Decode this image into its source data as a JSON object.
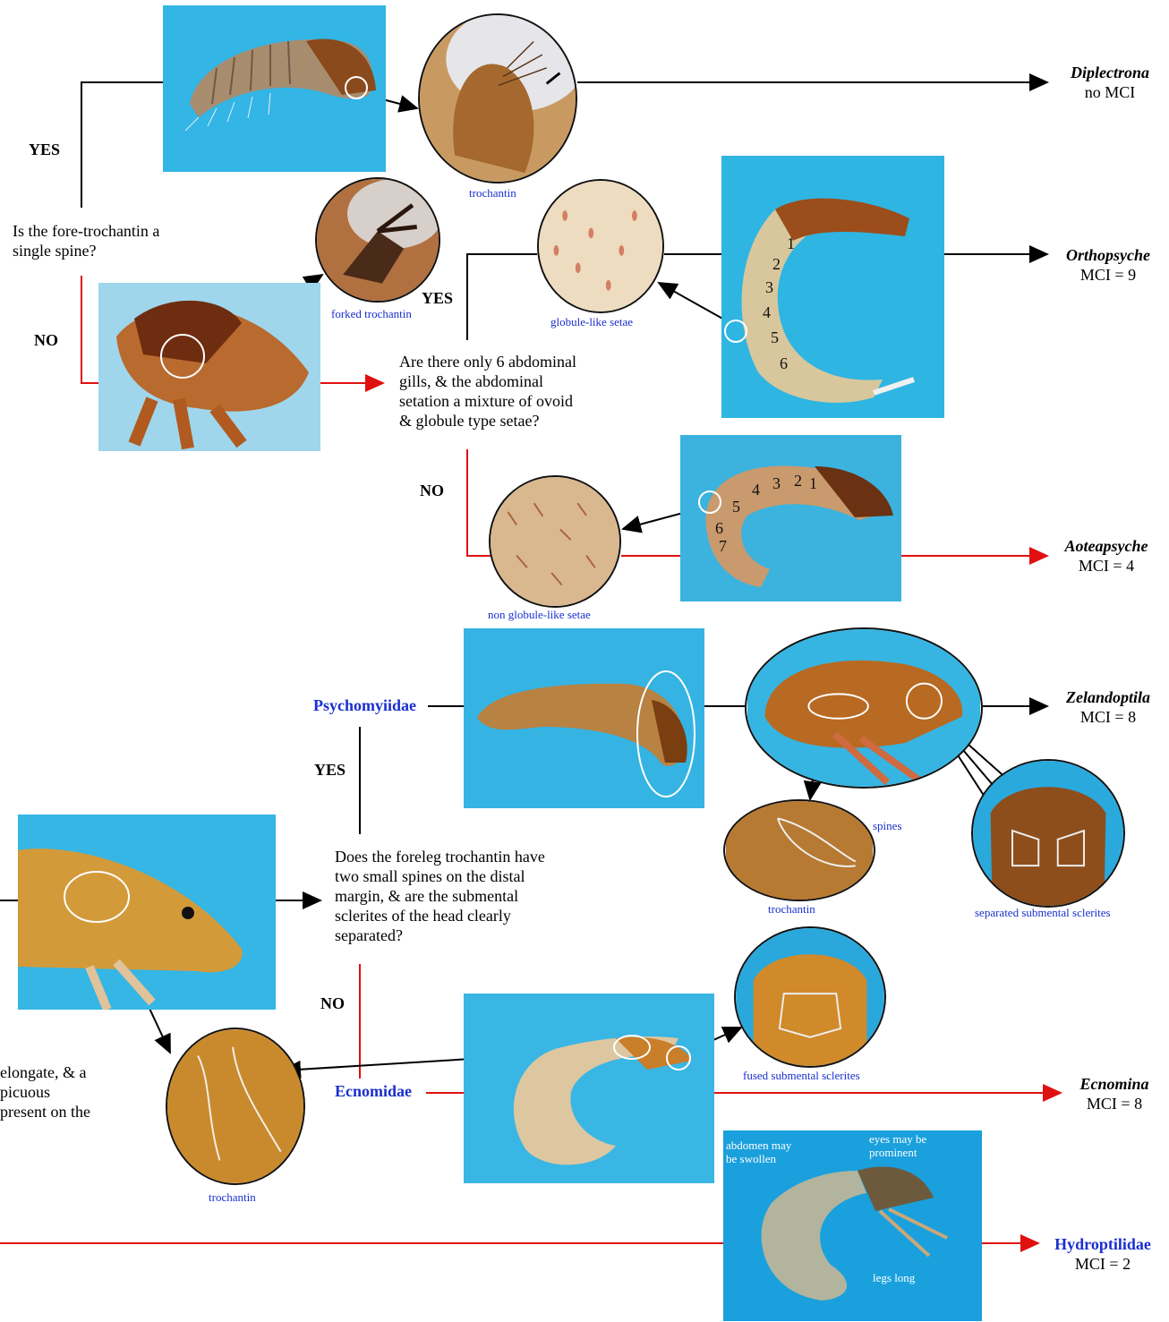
{
  "labels": {
    "yes": "YES",
    "no": "NO"
  },
  "questions": {
    "q1": "Is the fore-trochantin a\nsingle spine?",
    "q2": "Are there only 6 abdominal\ngills, & the abdominal\nsetation a mixture of ovoid\n& globule type setae?",
    "q3": "Does the foreleg trochantin have\ntwo small spines on the distal\nmargin, & are the submental\nsclerites of the head clearly\nseparated?",
    "q4_partial": "elongate, & a\npicuous\npresent on the"
  },
  "families": {
    "psychomyiidae": "Psychomyiidae",
    "ecnomidae": "Ecnomidae"
  },
  "captions": {
    "trochantin_top": "trochantin",
    "forked_trochantin": "forked trochantin",
    "globule_setae": "globule-like setae",
    "non_globule_setae": "non globule-like setae",
    "spines": "spines",
    "trochantin_mid": "trochantin",
    "separated_sclerites": "separated submental sclerites",
    "fused_sclerites": "fused submental sclerites",
    "trochantin_bottom": "trochantin"
  },
  "photo_notes": {
    "abdomen": "abdomen may\nbe swollen",
    "eyes": "eyes may be\nprominent",
    "legs": "legs long"
  },
  "gill_numbers_orthopsyche": [
    "1",
    "2",
    "3",
    "4",
    "5",
    "6"
  ],
  "gill_numbers_aoteapsyche": [
    "1",
    "2",
    "3",
    "4",
    "5",
    "6",
    "7"
  ],
  "results": [
    {
      "genus": "Diplectrona",
      "mci": "no MCI"
    },
    {
      "genus": "Orthopsyche",
      "mci": "MCI = 9"
    },
    {
      "genus": "Aoteapsyche",
      "mci": "MCI = 4"
    },
    {
      "genus": "Zelandoptila",
      "mci": "MCI = 8"
    },
    {
      "genus": "Ecnomina",
      "mci": "MCI = 8"
    },
    {
      "genus": "Hydroptilidae",
      "mci": "MCI = 2"
    }
  ],
  "colors": {
    "yes_path": "#000000",
    "no_path": "#e01010",
    "caption": "#1a2fcf",
    "photo_bg": "#2fb6e4"
  }
}
